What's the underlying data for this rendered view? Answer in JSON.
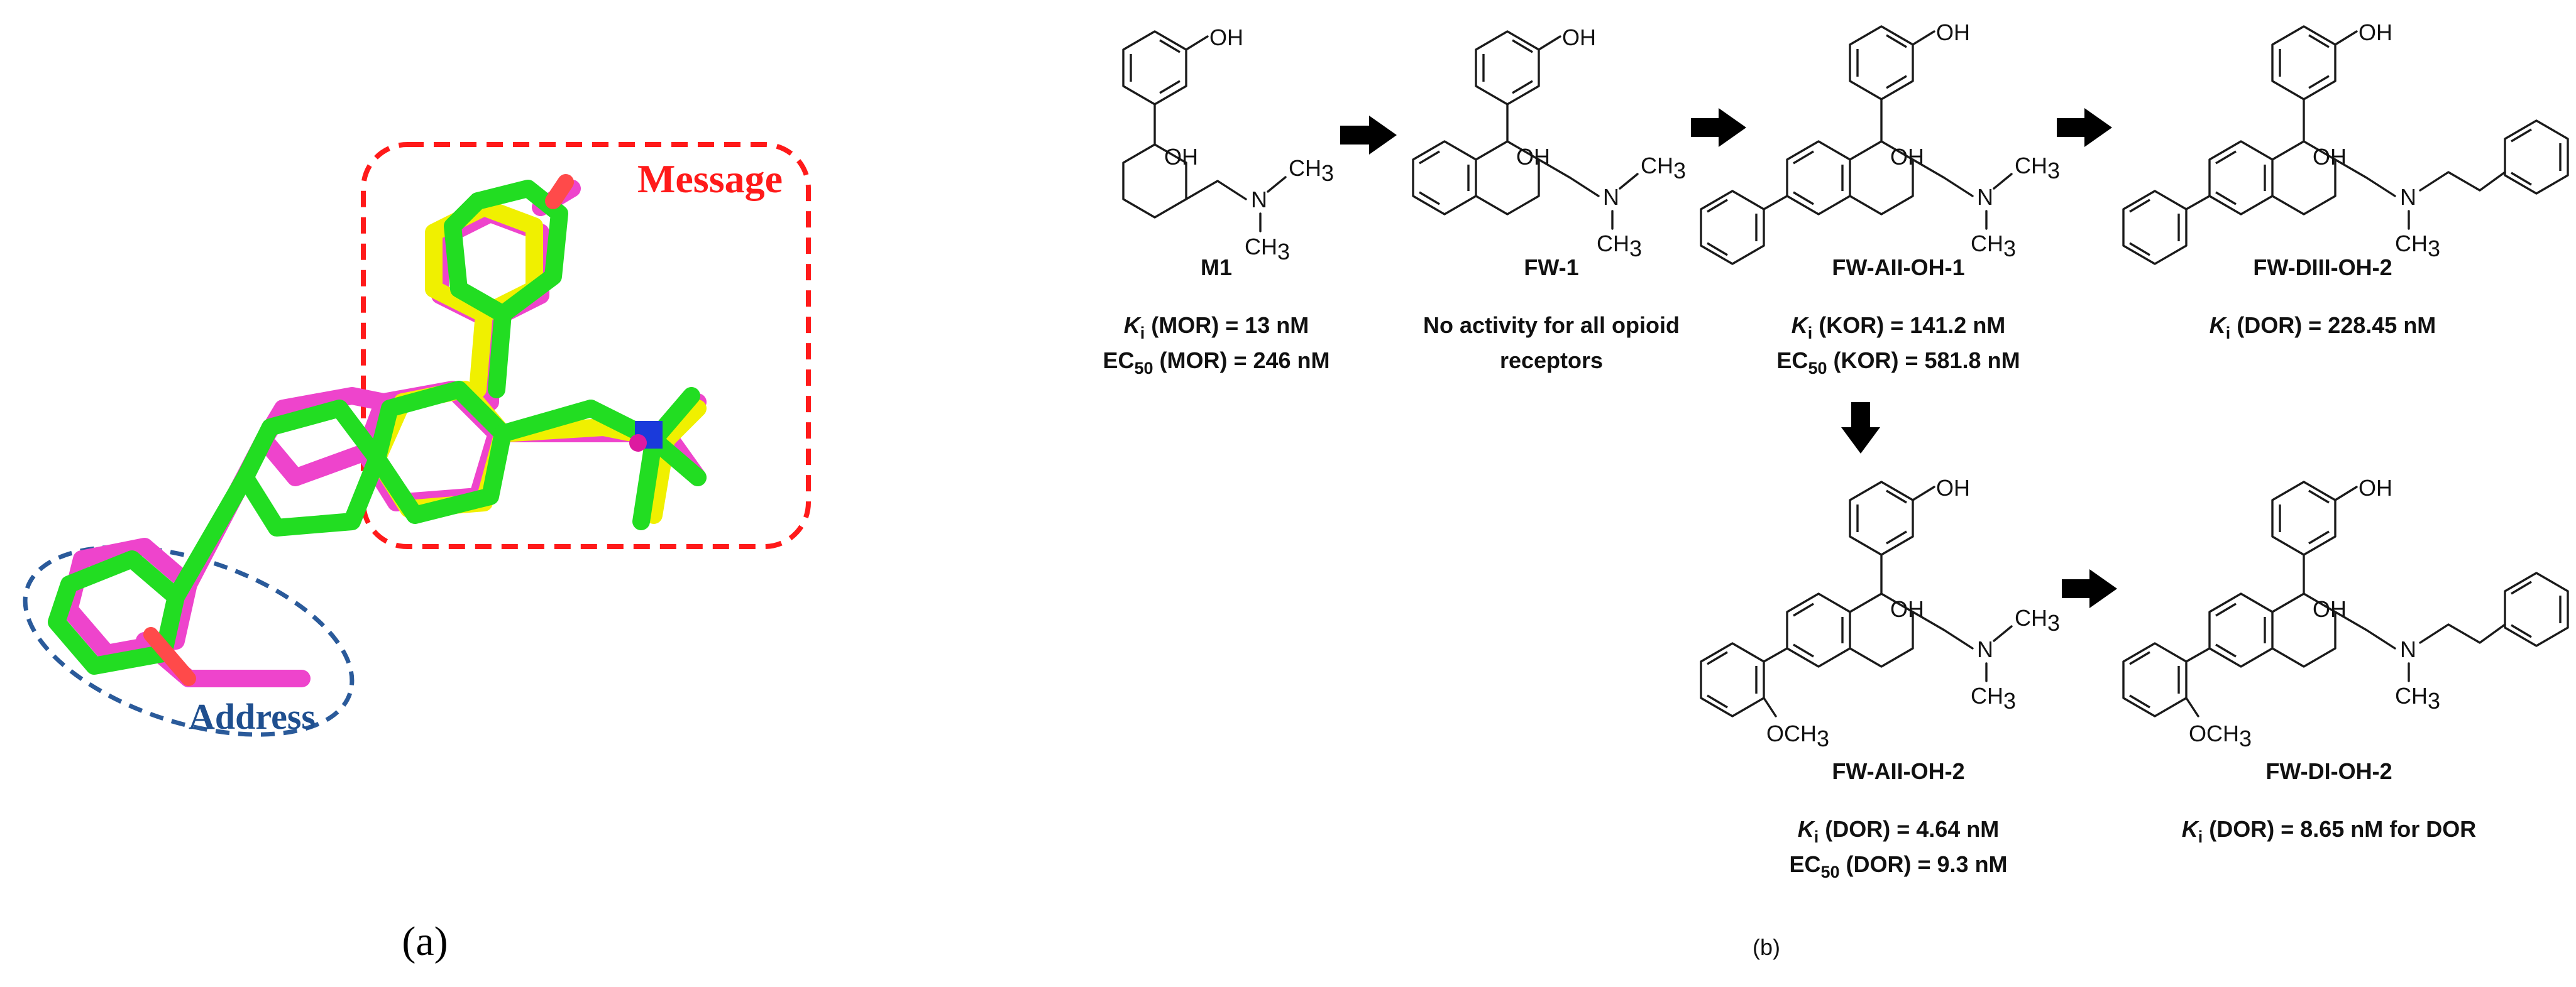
{
  "panel_a": {
    "label": "(a)",
    "message_label": "Message",
    "address_label": "Address",
    "colors": {
      "message_box": "#ff1a1a",
      "address_ellipse": "#2a5a9a",
      "green": "#22dd22",
      "magenta": "#ee44cc",
      "yellow": "#f0f000",
      "nitrogen": "#1a3adb",
      "oxygen": "#ff4a4a"
    }
  },
  "panel_b": {
    "label": "(b)",
    "atoms": {
      "oh": "OH",
      "n": "N",
      "ch": "CH",
      "three": "3",
      "och": "OCH"
    },
    "compounds": [
      {
        "id": "m1",
        "name": "M1",
        "lines": [
          {
            "pre": "K",
            "sub": "i",
            "post": " (MOR) = 13 nM"
          },
          {
            "pre": "EC",
            "sub": "50",
            "post": " (MOR) = 246 nM"
          }
        ]
      },
      {
        "id": "fw1",
        "name": "FW-1",
        "lines": [
          {
            "pre": "",
            "sub": "",
            "post": "No activity for all opioid"
          },
          {
            "pre": "",
            "sub": "",
            "post": "receptors"
          }
        ]
      },
      {
        "id": "fw-aii-oh-1",
        "name": "FW-AII-OH-1",
        "lines": [
          {
            "pre": "K",
            "sub": "i",
            "post": " (KOR) = 141.2 nM"
          },
          {
            "pre": "EC",
            "sub": "50",
            "post": " (KOR) = 581.8 nM"
          }
        ]
      },
      {
        "id": "fw-diii-oh-2",
        "name": "FW-DIII-OH-2",
        "lines": [
          {
            "pre": "K",
            "sub": "i",
            "post": " (DOR) = 228.45 nM"
          }
        ]
      },
      {
        "id": "fw-aii-oh-2",
        "name": "FW-AII-OH-2",
        "lines": [
          {
            "pre": "K",
            "sub": "i",
            "post": " (DOR) = 4.64 nM"
          },
          {
            "pre": "EC",
            "sub": "50",
            "post": " (DOR) = 9.3 nM"
          }
        ]
      },
      {
        "id": "fw-di-oh-2",
        "name": "FW-DI-OH-2",
        "lines": [
          {
            "pre": "K",
            "sub": "i",
            "post": " (DOR) = 8.65 nM for DOR"
          }
        ]
      }
    ]
  }
}
